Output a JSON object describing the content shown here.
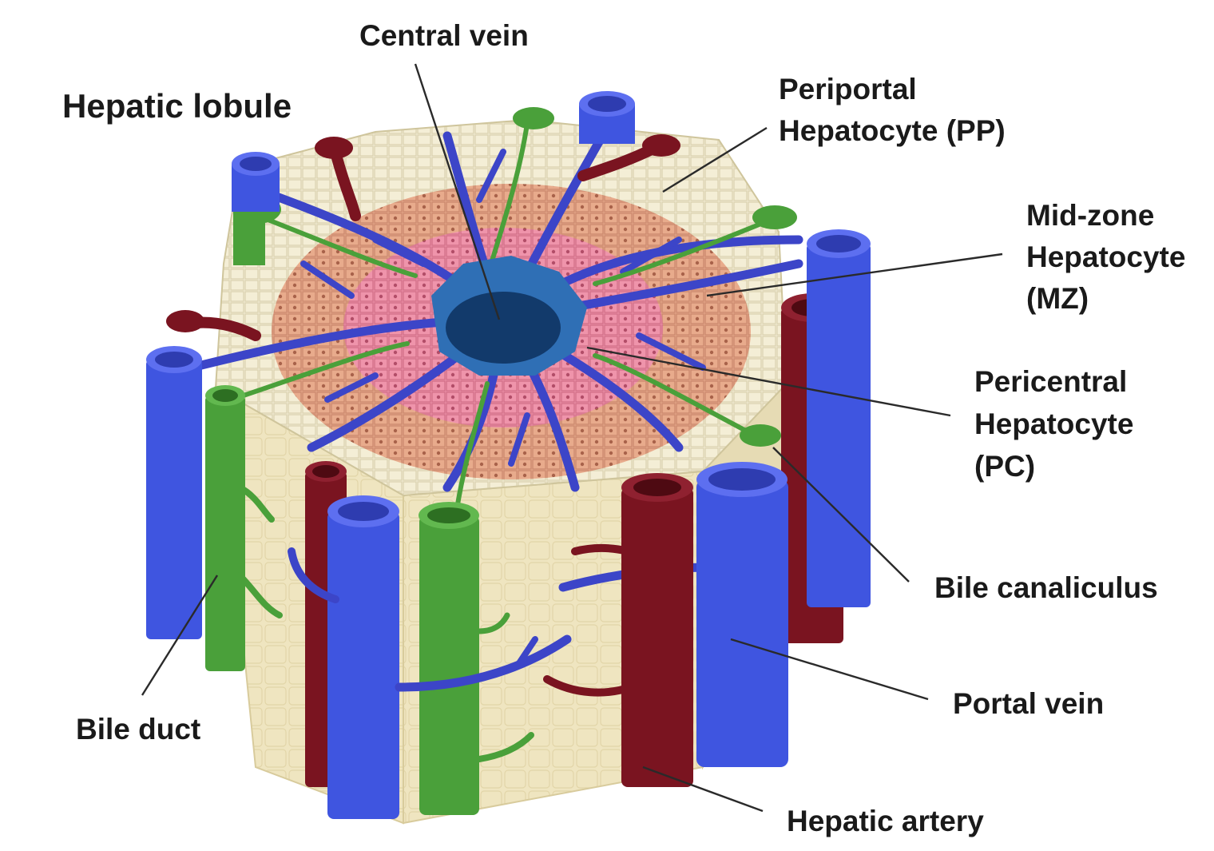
{
  "diagram": {
    "title": "Hepatic lobule",
    "labels": {
      "central_vein": "Central vein",
      "periportal_l1": "Periportal",
      "periportal_l2": "Hepatocyte (PP)",
      "midzone_l1": "Mid-zone",
      "midzone_l2": "Hepatocyte",
      "midzone_l3": "(MZ)",
      "pericentral_l1": "Pericentral",
      "pericentral_l2": "Hepatocyte",
      "pericentral_l3": "(PC)",
      "bile_canaliculus": "Bile canaliculus",
      "portal_vein": "Portal vein",
      "hepatic_artery": "Hepatic artery",
      "bile_duct": "Bile duct"
    },
    "colors": {
      "portal_vein": "#3f55e0",
      "hepatic_artery": "#7a1420",
      "bile_duct": "#4aa03a",
      "central_vein": "#2f6fb5",
      "central_vein_lumen": "#123a6b",
      "periportal_zone": "#f3ecd2",
      "midzone": "#e7a98a",
      "pericentral_zone": "#ee8fa8",
      "lobule_side": "#efe6c4"
    }
  }
}
